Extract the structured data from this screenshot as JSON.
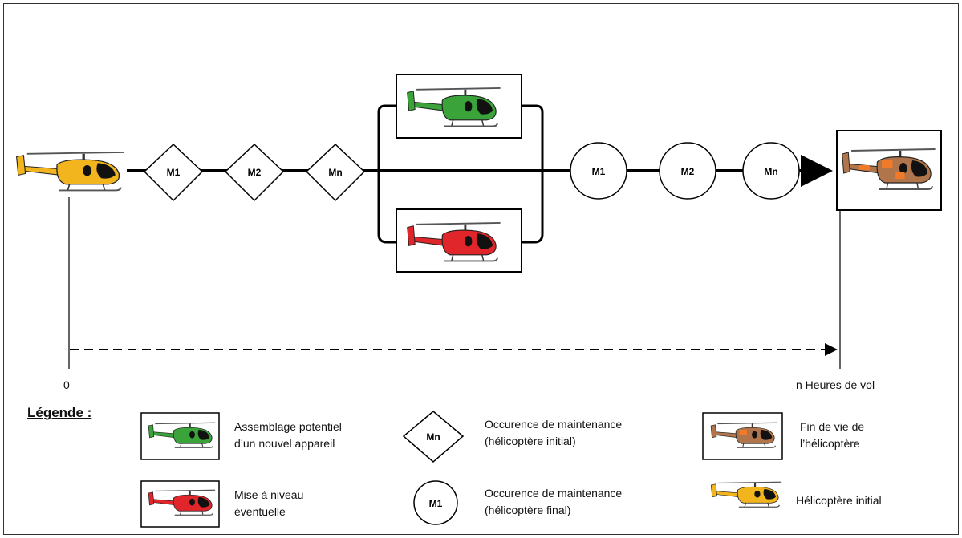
{
  "diagram": {
    "maintenance_diamonds": [
      "M1",
      "M2",
      "Mn"
    ],
    "maintenance_circles": [
      "M1",
      "M2",
      "Mn"
    ],
    "axis": {
      "start_label": "0",
      "end_label": "n Heures de vol"
    }
  },
  "legend": {
    "title": "Légende :",
    "items": [
      {
        "text_line1": "Assemblage potentiel",
        "text_line2": "d’un nouvel appareil",
        "icon": "green-helicopter-icon"
      },
      {
        "text_line1": "Mise à niveau",
        "text_line2": "éventuelle",
        "icon": "red-helicopter-icon"
      },
      {
        "symbol": "Mn",
        "text_line1": "Occurence de maintenance",
        "text_line2": "(hélicoptère initial)"
      },
      {
        "symbol": "M1",
        "text_line1": "Occurence de maintenance",
        "text_line2": "(hélicoptère final)"
      },
      {
        "text_line1": "Fin de vie de",
        "text_line2": "l’hélicoptère",
        "icon": "damaged-helicopter-icon"
      },
      {
        "text_line1": "Hélicoptère initial",
        "icon": "yellow-helicopter-icon"
      }
    ]
  },
  "colors": {
    "initial": "#f2b51e",
    "assembly": "#3aa339",
    "upgrade": "#e0262b",
    "end_of_life": "#b0754a"
  }
}
